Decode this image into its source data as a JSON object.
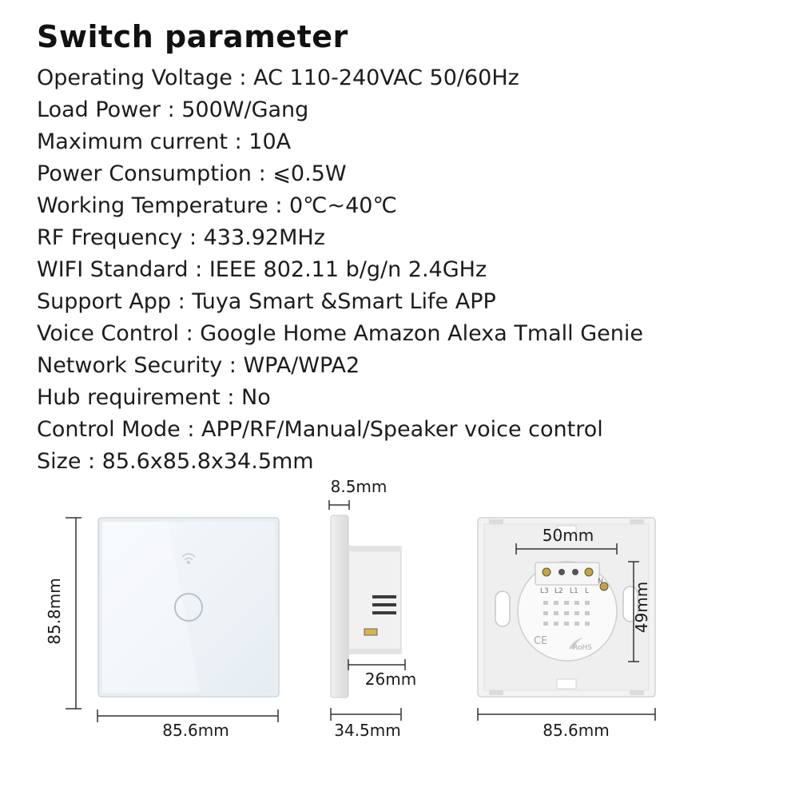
{
  "title": "Switch parameter",
  "specs": [
    "Operating Voltage : AC 110-240VAC 50/60Hz",
    "Load Power : 500W/Gang",
    "Maximum current : 10A",
    "Power Consumption : ⩽0.5W",
    "Working Temperature : 0℃~40℃",
    "RF Frequency : 433.92MHz",
    "WIFI Standard : IEEE 802.11 b/g/n 2.4GHz",
    "Support App : Tuya Smart &Smart Life APP",
    "Voice Control : Google Home Amazon Alexa Tmall Genie",
    "Network Security : WPA/WPA2",
    "Hub requirement : No",
    "Control Mode : APP/RF/Manual/Speaker voice control",
    "Size : 85.6x85.8x34.5mm"
  ],
  "dimensions": {
    "front_height": "85.8mm",
    "front_width": "85.6mm",
    "side_plate_thickness": "8.5mm",
    "side_depth": "26mm",
    "side_total": "34.5mm",
    "back_hole_spacing_h": "50mm",
    "back_hole_spacing_v": "49mm",
    "back_width": "85.6mm"
  },
  "back_labels": {
    "terminals": [
      "L3",
      "L2",
      "L1",
      "L"
    ],
    "neutral": "N",
    "ce_mark": "CE",
    "rohs_mark": "RoHS"
  },
  "icons": [
    "wifi-icon",
    "touch-button-icon",
    "ce-mark-icon",
    "rohs-mark-icon"
  ]
}
